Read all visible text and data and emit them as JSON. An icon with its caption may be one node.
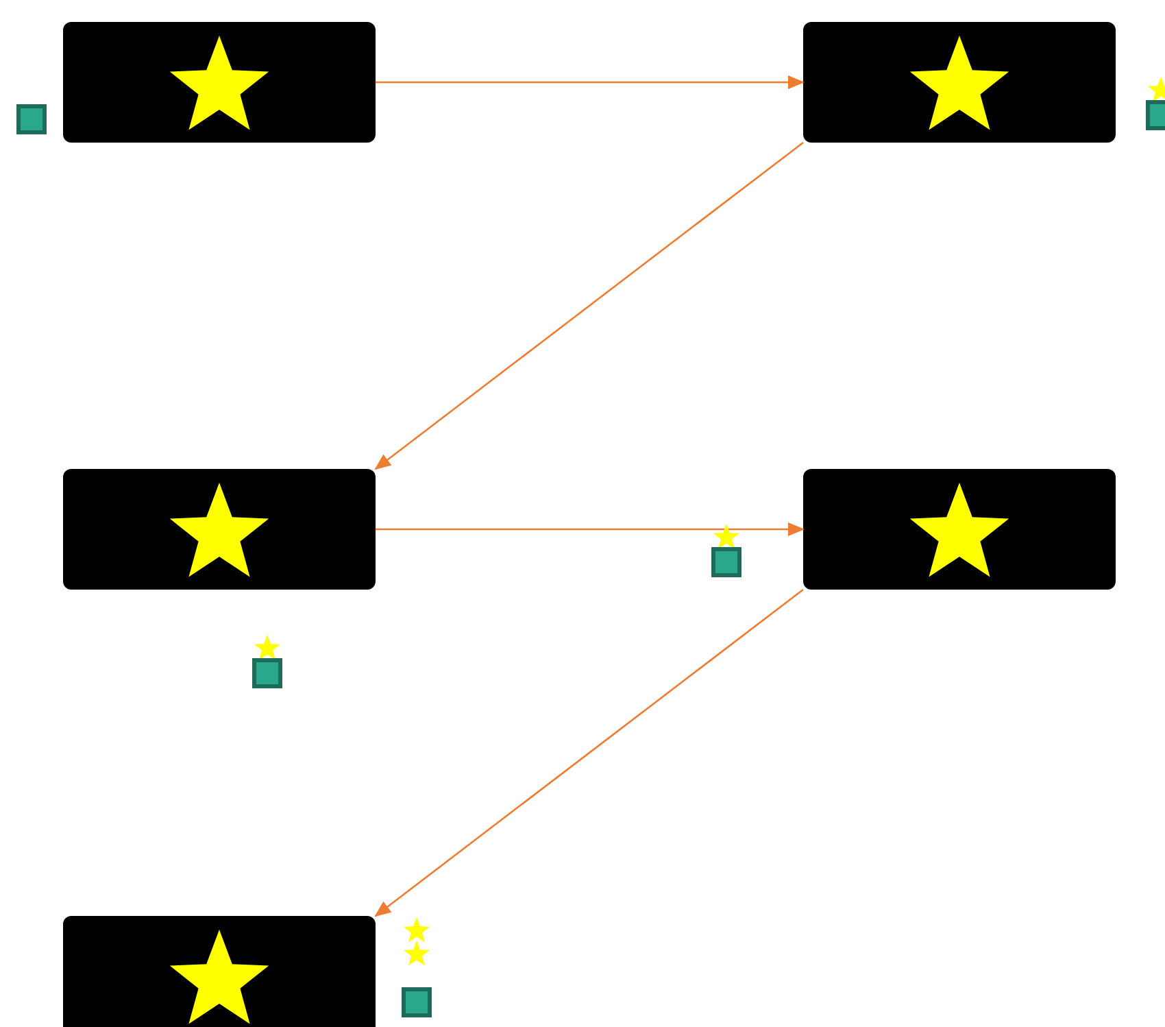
{
  "diagram": {
    "nodes": [
      {
        "text": [],
        "shape": "box"
      },
      {
        "text": [],
        "shape": "box"
      },
      {
        "text": [],
        "shape": "box"
      },
      {
        "text": [],
        "shape": "box"
      },
      {
        "text": [],
        "shape": "box"
      }
    ],
    "edges": [
      {
        "from": 0,
        "to": 1,
        "arrow": "to",
        "color": "#ed7d31"
      },
      {
        "from": 1,
        "to": 2,
        "arrow": "to",
        "color": "#ed7d31"
      },
      {
        "from": 2,
        "to": 3,
        "arrow": "to",
        "color": "#ed7d31"
      },
      {
        "from": 3,
        "to": 4,
        "arrow": "to",
        "color": "#ed7d31"
      }
    ]
  }
}
